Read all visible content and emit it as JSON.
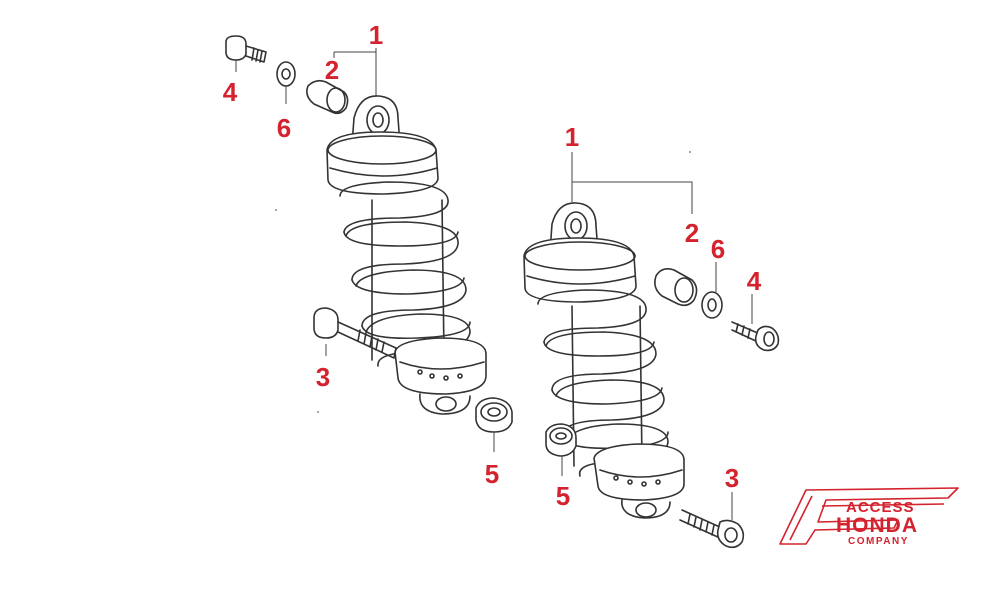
{
  "diagram": {
    "callouts": [
      {
        "id": "L1",
        "text": "1"
      },
      {
        "id": "L2",
        "text": "2"
      },
      {
        "id": "L4",
        "text": "4"
      },
      {
        "id": "L6",
        "text": "6"
      },
      {
        "id": "L3",
        "text": "3"
      },
      {
        "id": "L5",
        "text": "5"
      },
      {
        "id": "R1",
        "text": "1"
      },
      {
        "id": "R2",
        "text": "2"
      },
      {
        "id": "R6",
        "text": "6"
      },
      {
        "id": "R4",
        "text": "4"
      },
      {
        "id": "R5",
        "text": "5"
      },
      {
        "id": "R3",
        "text": "3"
      }
    ]
  },
  "logo": {
    "line1": "ACCESS",
    "line2": "HONDA",
    "line3": "COMPANY",
    "color": "#d4232e"
  },
  "colors": {
    "callout": "#d4232e",
    "drawing": "#333333"
  }
}
